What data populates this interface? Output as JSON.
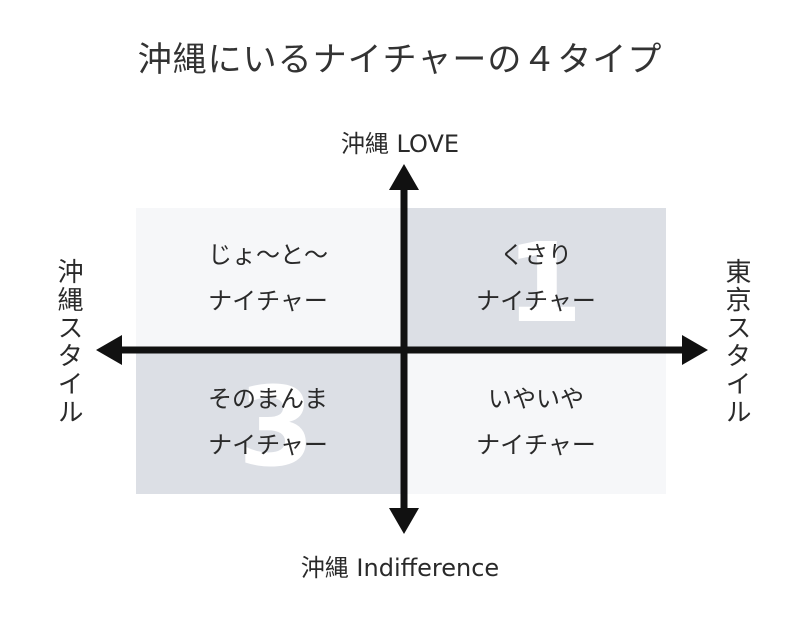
{
  "title": "沖縄にいるナイチャーの４タイプ",
  "axes": {
    "top": "沖縄 LOVE",
    "bottom": "沖縄 Indifference",
    "left": "沖縄スタイル",
    "right": "東京スタイル"
  },
  "quadrants": [
    {
      "number": "1",
      "line1": "くさり",
      "line2": "ナイチャー"
    },
    {
      "number": "",
      "line1": "じょ～と～",
      "line2": "ナイチャー"
    },
    {
      "number": "3",
      "line1": "そのまんま",
      "line2": "ナイチャー"
    },
    {
      "number": "",
      "line1": "いやいや",
      "line2": "ナイチャー"
    }
  ],
  "colors": {
    "shaded": "#dcdfe5",
    "light": "#f6f7f9",
    "axis": "#111111"
  }
}
